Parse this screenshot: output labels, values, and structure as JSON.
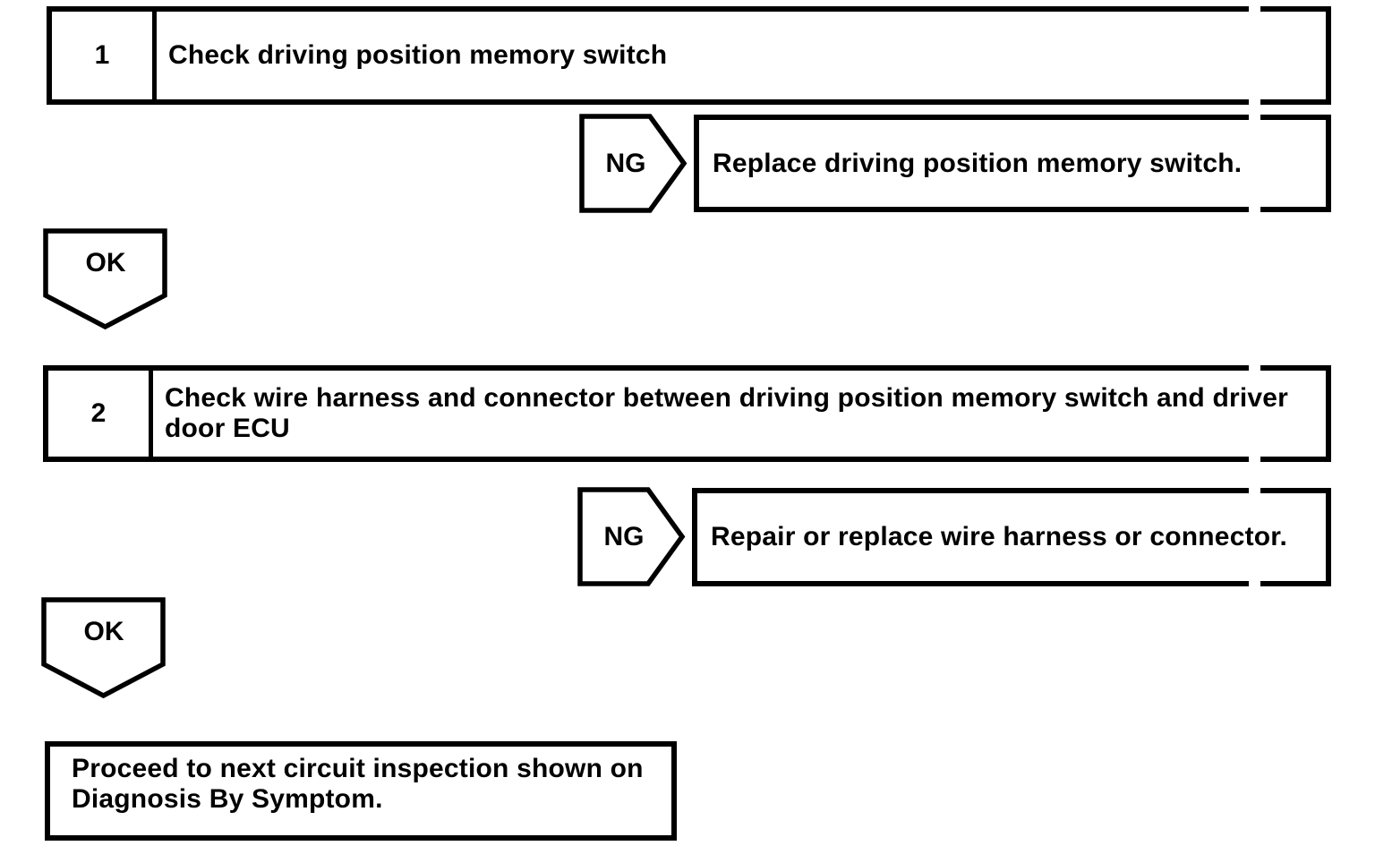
{
  "page": {
    "background_color": "#ffffff",
    "ink_color": "#000000"
  },
  "flowchart": {
    "steps": [
      {
        "number": "1",
        "instruction": "Check driving position memory switch",
        "ng": {
          "label": "NG",
          "action": "Replace driving position memory switch."
        },
        "ok": {
          "label": "OK"
        }
      },
      {
        "number": "2",
        "instruction": "Check wire harness and connector between driving position memory switch and driver door ECU",
        "ng": {
          "label": "NG",
          "action": "Repair or replace wire harness or connector."
        },
        "ok": {
          "label": "OK"
        }
      }
    ],
    "terminal": {
      "text": "Proceed to next circuit inspection shown on Diagnosis By Symptom."
    }
  }
}
